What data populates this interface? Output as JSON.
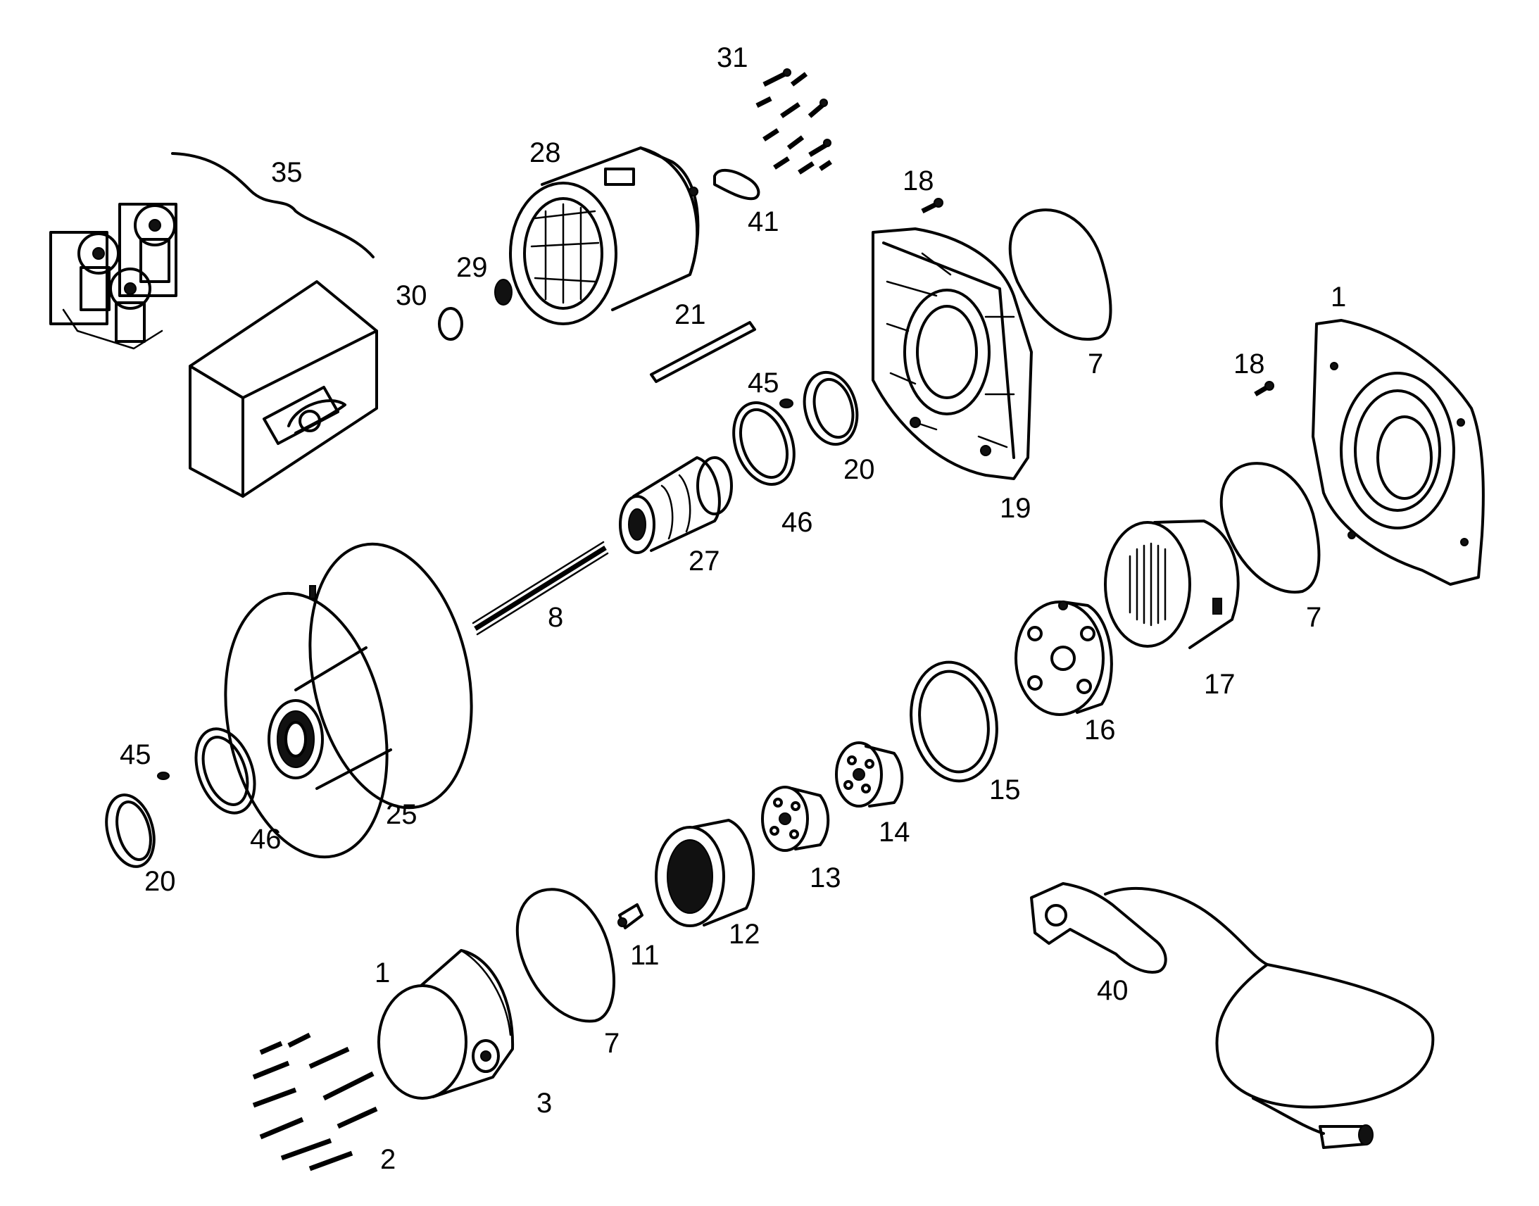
{
  "parts": [
    {
      "id": "p1a",
      "label": "1"
    },
    {
      "id": "p1b",
      "label": "1"
    },
    {
      "id": "p2",
      "label": "2"
    },
    {
      "id": "p3",
      "label": "3"
    },
    {
      "id": "p7a",
      "label": "7"
    },
    {
      "id": "p7b",
      "label": "7"
    },
    {
      "id": "p7c",
      "label": "7"
    },
    {
      "id": "p8",
      "label": "8"
    },
    {
      "id": "p11",
      "label": "11"
    },
    {
      "id": "p12",
      "label": "12"
    },
    {
      "id": "p13",
      "label": "13"
    },
    {
      "id": "p14",
      "label": "14"
    },
    {
      "id": "p15",
      "label": "15"
    },
    {
      "id": "p16",
      "label": "16"
    },
    {
      "id": "p17",
      "label": "17"
    },
    {
      "id": "p18a",
      "label": "18"
    },
    {
      "id": "p18b",
      "label": "18"
    },
    {
      "id": "p19",
      "label": "19"
    },
    {
      "id": "p20a",
      "label": "20"
    },
    {
      "id": "p20b",
      "label": "20"
    },
    {
      "id": "p21",
      "label": "21"
    },
    {
      "id": "p25",
      "label": "25"
    },
    {
      "id": "p27",
      "label": "27"
    },
    {
      "id": "p28",
      "label": "28"
    },
    {
      "id": "p29",
      "label": "29"
    },
    {
      "id": "p30",
      "label": "30"
    },
    {
      "id": "p31",
      "label": "31"
    },
    {
      "id": "p35",
      "label": "35"
    },
    {
      "id": "p40",
      "label": "40"
    },
    {
      "id": "p41",
      "label": "41"
    },
    {
      "id": "p45a",
      "label": "45"
    },
    {
      "id": "p45b",
      "label": "45"
    },
    {
      "id": "p46a",
      "label": "46"
    },
    {
      "id": "p46b",
      "label": "46"
    }
  ]
}
